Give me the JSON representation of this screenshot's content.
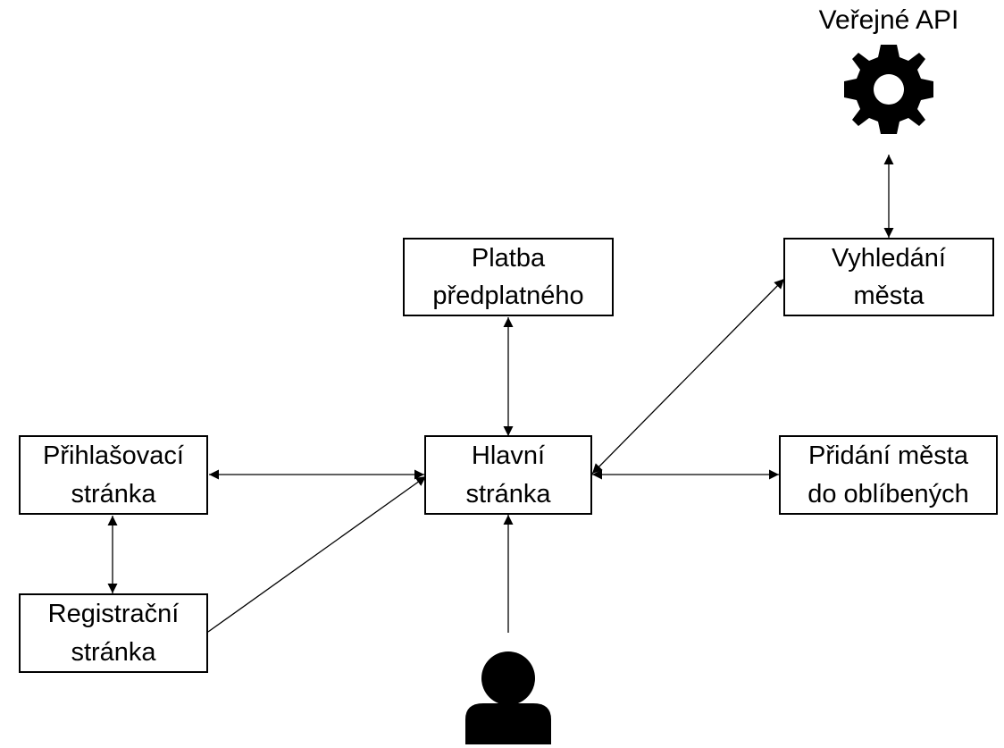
{
  "diagram": {
    "api": {
      "label": "Veřejné API",
      "icon": "gear-icon"
    },
    "user": {
      "icon": "user-icon"
    },
    "nodes": {
      "login": {
        "line1": "Přihlašovací",
        "line2": "stránka"
      },
      "registration": {
        "line1": "Registrační",
        "line2": "stránka"
      },
      "main": {
        "line1": "Hlavní",
        "line2": "stránka"
      },
      "payment": {
        "line1": "Platba",
        "line2": "předplatného"
      },
      "search": {
        "line1": "Vyhledání",
        "line2": "města"
      },
      "favorites": {
        "line1": "Přidání města",
        "line2": "do oblíbených"
      }
    },
    "edges": [
      {
        "from": "login",
        "to": "main",
        "direction": "both"
      },
      {
        "from": "login",
        "to": "registration",
        "direction": "both"
      },
      {
        "from": "registration",
        "to": "main",
        "direction": "forward"
      },
      {
        "from": "payment",
        "to": "main",
        "direction": "both"
      },
      {
        "from": "main",
        "to": "search",
        "direction": "both"
      },
      {
        "from": "main",
        "to": "favorites",
        "direction": "both"
      },
      {
        "from": "search",
        "to": "api",
        "direction": "both"
      },
      {
        "from": "user",
        "to": "main",
        "direction": "forward"
      }
    ]
  }
}
